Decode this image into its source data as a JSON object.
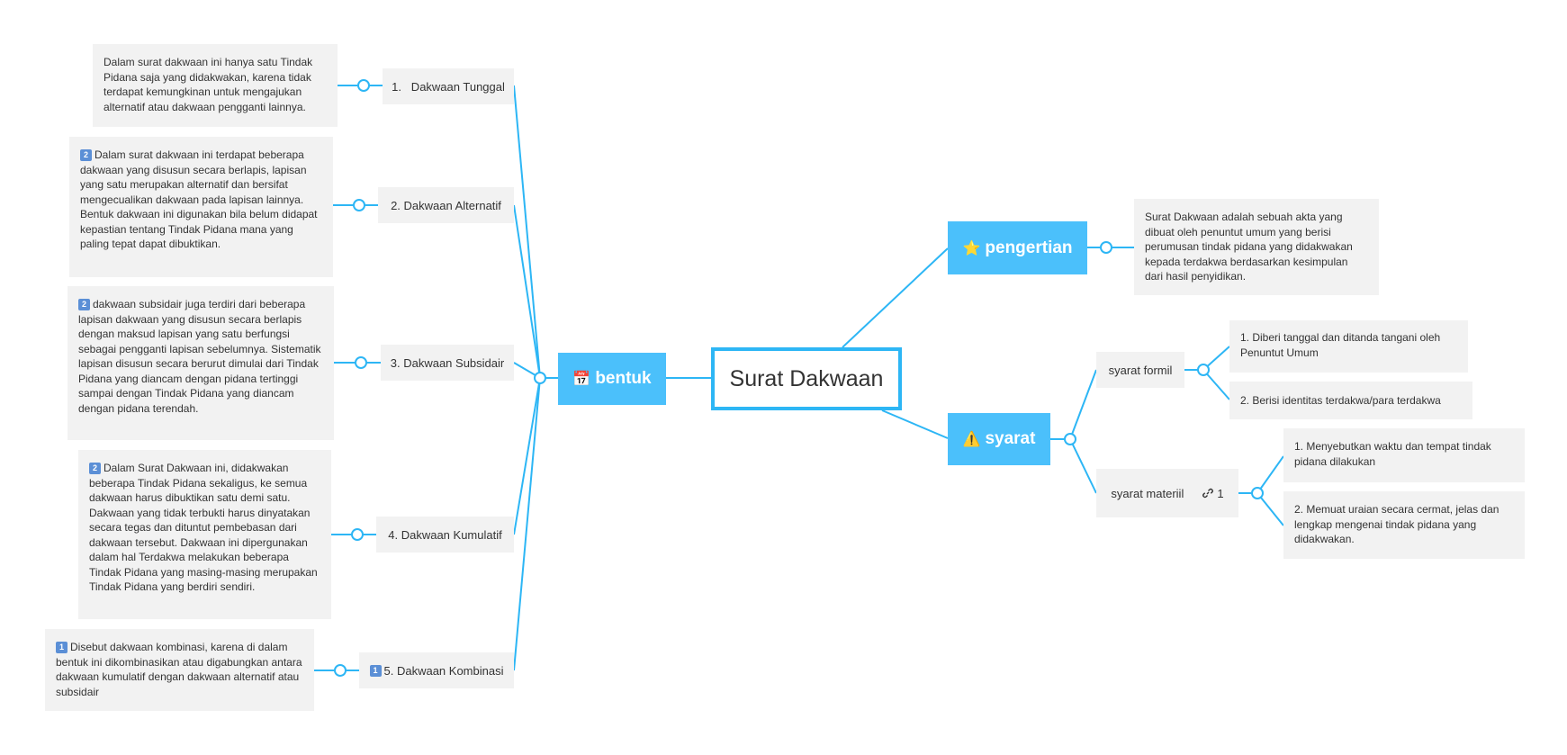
{
  "root": {
    "title": "Surat Dakwaan"
  },
  "colors": {
    "accent": "#2db6f5",
    "topic": "#4bc0fb",
    "note_bg": "#f2f2f2"
  },
  "bentuk": {
    "icon": "calendar-icon",
    "icon_glyph": "📅",
    "label": "bentuk",
    "items": [
      {
        "label": "1.   Dakwaan Tunggal",
        "badge": "",
        "note_badge": "",
        "note": "Dalam surat dakwaan ini hanya satu Tindak Pidana saja yang didakwakan, karena tidak terdapat kemungkinan untuk mengajukan alternatif atau dakwaan pengganti lainnya."
      },
      {
        "label": "2. Dakwaan Alternatif",
        "badge": "",
        "note_badge": "2",
        "note": "Dalam surat dakwaan ini terdapat beberapa dakwaan yang disusun secara berlapis, lapisan yang satu merupakan alternatif dan bersifat mengecualikan dakwaan pada lapisan lainnya. Bentuk dakwaan ini digunakan bila belum didapat kepastian tentang Tindak Pidana mana yang paling tepat dapat dibuktikan."
      },
      {
        "label": "3. Dakwaan Subsidair",
        "badge": "",
        "note_badge": "2",
        "note": "dakwaan subsidair juga terdiri dari beberapa lapisan dakwaan yang disusun secara berlapis dengan maksud lapisan yang satu berfungsi sebagai pengganti lapisan sebelumnya. Sistematik lapisan disusun secara berurut dimulai dari Tindak Pidana yang diancam dengan pidana tertinggi sampai dengan Tindak Pidana yang diancam dengan pidana terendah."
      },
      {
        "label": "4. Dakwaan Kumulatif",
        "badge": "",
        "note_badge": "2",
        "note": "Dalam Surat Dakwaan ini, didakwakan beberapa Tindak Pidana sekaligus, ke semua dakwaan harus dibuktikan satu demi satu. Dakwaan yang tidak terbukti harus dinyatakan secara tegas dan dituntut pembebasan dari dakwaan tersebut. Dakwaan ini dipergunakan dalam hal Terdakwa melakukan beberapa Tindak Pidana yang masing-masing merupakan Tindak Pidana yang berdiri sendiri."
      },
      {
        "label": "5. Dakwaan Kombinasi",
        "badge": "1",
        "note_badge": "1",
        "note": "Disebut dakwaan kombinasi, karena di dalam bentuk ini dikombinasikan atau digabungkan antara dakwaan kumulatif dengan dakwaan alternatif atau subsidair"
      }
    ]
  },
  "pengertian": {
    "icon": "star-icon",
    "icon_glyph": "⭐",
    "label": "pengertian",
    "note": "Surat Dakwaan adalah sebuah akta yang dibuat oleh penuntut umum yang berisi perumusan tindak pidana yang didakwakan kepada terdakwa berdasarkan kesimpulan dari hasil penyidikan."
  },
  "syarat": {
    "icon": "warning-icon",
    "icon_glyph": "⚠️",
    "label": "syarat",
    "formil": {
      "label": "syarat formil",
      "items": [
        "1. Diberi tanggal dan ditanda tangani oleh Penuntut Umum",
        "2. Berisi identitas terdakwa/para terdakwa"
      ]
    },
    "materiil": {
      "label": "syarat materiil",
      "link_icon": "link-icon",
      "link_count": "1",
      "items": [
        "1.  Menyebutkan waktu dan tempat tindak pidana dilakukan",
        "2. Memuat uraian secara cermat, jelas dan lengkap mengenai tindak pidana yang didakwakan."
      ]
    }
  }
}
